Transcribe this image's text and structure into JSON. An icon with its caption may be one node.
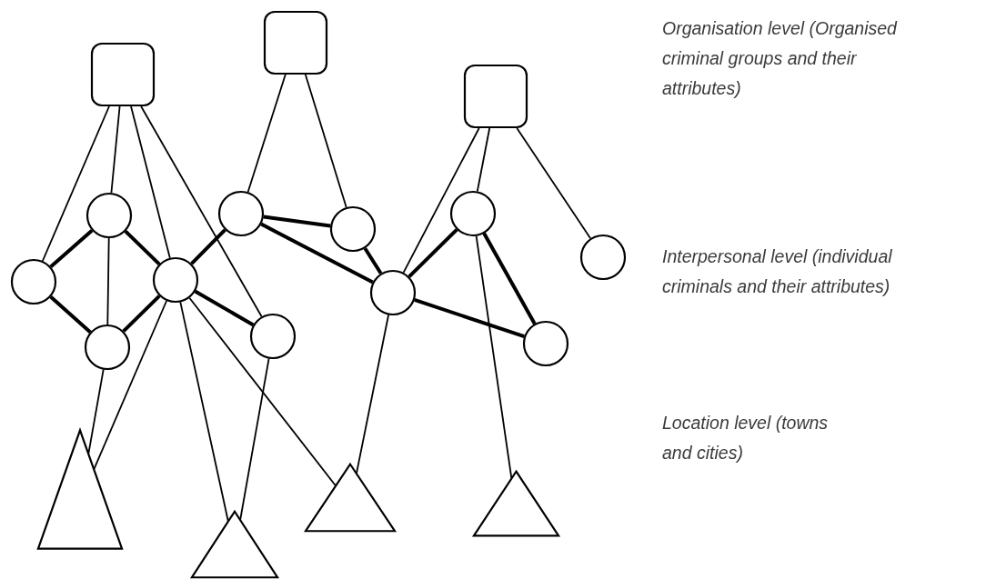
{
  "diagram": {
    "nodes": [
      {
        "text": [],
        "shape": "box"
      },
      {
        "text": [],
        "shape": "box"
      },
      {
        "text": [],
        "shape": "box"
      },
      {
        "text": [],
        "shape": "circle"
      },
      {
        "text": [],
        "shape": "circle"
      },
      {
        "text": [],
        "shape": "circle"
      },
      {
        "text": [],
        "shape": "circle"
      },
      {
        "text": [],
        "shape": "circle"
      },
      {
        "text": [],
        "shape": "circle"
      },
      {
        "text": [],
        "shape": "circle"
      },
      {
        "text": [],
        "shape": "circle"
      },
      {
        "text": [],
        "shape": "circle"
      },
      {
        "text": [],
        "shape": "circle"
      },
      {
        "text": [],
        "shape": "circle"
      },
      {
        "text": [],
        "shape": "triangle"
      },
      {
        "text": [],
        "shape": "triangle"
      },
      {
        "text": [],
        "shape": "triangle"
      },
      {
        "text": [],
        "shape": "triangle"
      }
    ],
    "edges": [
      {
        "from": 0,
        "to": 3,
        "arrow": "none"
      },
      {
        "from": 0,
        "to": 5,
        "arrow": "none"
      },
      {
        "from": 5,
        "to": 4,
        "arrow": "none"
      },
      {
        "from": 0,
        "to": 6,
        "arrow": "none"
      },
      {
        "from": 0,
        "to": 8,
        "arrow": "none"
      },
      {
        "from": 3,
        "to": 5,
        "arrow": "none",
        "style": "thick"
      },
      {
        "from": 5,
        "to": 6,
        "arrow": "none",
        "style": "thick"
      },
      {
        "from": 3,
        "to": 4,
        "arrow": "none",
        "style": "thick"
      },
      {
        "from": 4,
        "to": 6,
        "arrow": "none",
        "style": "thick"
      },
      {
        "from": 6,
        "to": 7,
        "arrow": "none",
        "style": "thick"
      },
      {
        "from": 6,
        "to": 8,
        "arrow": "none",
        "style": "thick"
      },
      {
        "from": 1,
        "to": 7,
        "arrow": "none"
      },
      {
        "from": 1,
        "to": 9,
        "arrow": "none"
      },
      {
        "from": 7,
        "to": 9,
        "arrow": "none",
        "style": "thick"
      },
      {
        "from": 7,
        "to": 10,
        "arrow": "none",
        "style": "thick"
      },
      {
        "from": 9,
        "to": 10,
        "arrow": "none",
        "style": "thick"
      },
      {
        "from": 10,
        "to": 11,
        "arrow": "none",
        "style": "thick"
      },
      {
        "from": 11,
        "to": 12,
        "arrow": "none",
        "style": "thick"
      },
      {
        "from": 10,
        "to": 12,
        "arrow": "none",
        "style": "thick"
      },
      {
        "from": 2,
        "to": 10,
        "arrow": "none"
      },
      {
        "from": 2,
        "to": 11,
        "arrow": "none"
      },
      {
        "from": 2,
        "to": 13,
        "arrow": "none"
      },
      {
        "from": 11,
        "to": 17,
        "arrow": "none"
      },
      {
        "from": 4,
        "to": 14,
        "arrow": "none"
      },
      {
        "from": 6,
        "to": 14,
        "arrow": "none"
      },
      {
        "from": 6,
        "to": 15,
        "arrow": "none"
      },
      {
        "from": 6,
        "to": 16,
        "arrow": "none"
      },
      {
        "from": 8,
        "to": 15,
        "arrow": "none"
      },
      {
        "from": 10,
        "to": 16,
        "arrow": "none"
      }
    ],
    "labels": [
      "Organisation level (Organised criminal groups and their attributes)",
      "Interpersonal level (individual criminals and their attributes)",
      "Location level (towns and cities)"
    ]
  }
}
